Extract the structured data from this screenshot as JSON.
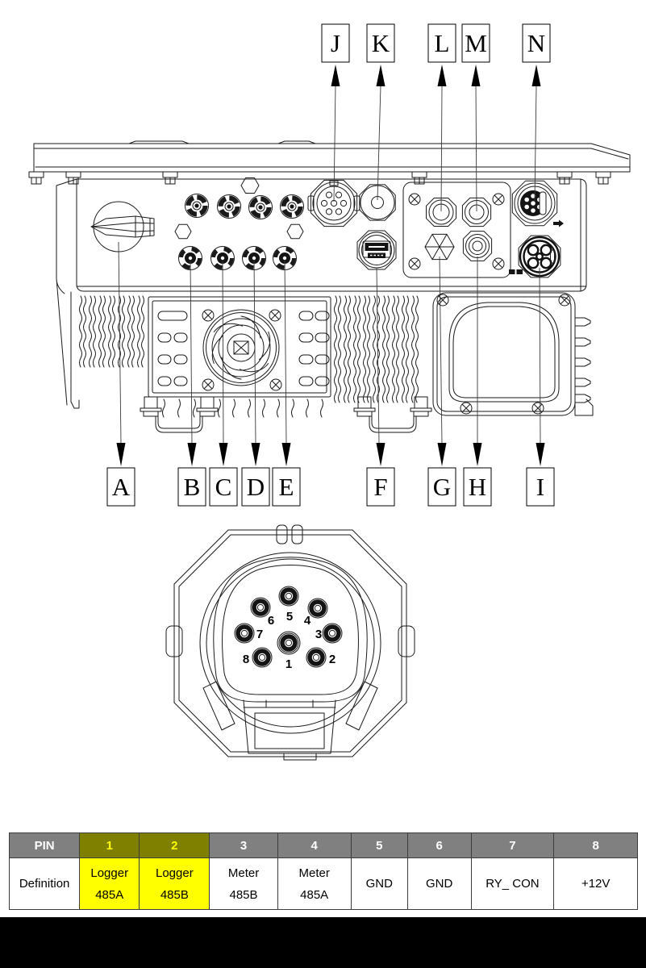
{
  "figure": "inverter-bottom-view-callouts",
  "labels": {
    "top": [
      "J",
      "K",
      "L",
      "M",
      "N"
    ],
    "bottom": [
      "A",
      "B",
      "C",
      "D",
      "E",
      "F",
      "G",
      "H",
      "I"
    ]
  },
  "connector": {
    "pins": [
      {
        "num": "1"
      },
      {
        "num": "2"
      },
      {
        "num": "3"
      },
      {
        "num": "4"
      },
      {
        "num": "5"
      },
      {
        "num": "6"
      },
      {
        "num": "7"
      },
      {
        "num": "8"
      }
    ]
  },
  "table": {
    "header": [
      "PIN",
      "1",
      "2",
      "3",
      "4",
      "5",
      "6",
      "7",
      "8"
    ],
    "row_label": "Definition",
    "cells": [
      [
        "Logger",
        "485A"
      ],
      [
        "Logger",
        "485B"
      ],
      [
        "Meter",
        "485B"
      ],
      [
        "Meter",
        "485A"
      ],
      [
        "GND"
      ],
      [
        "GND"
      ],
      [
        "RY_ CON"
      ],
      [
        "+12V"
      ]
    ],
    "highlighted_columns": [
      1,
      2
    ],
    "colors": {
      "header_bg": "#808080",
      "header_text": "#ffffff",
      "highlight_header_bg": "#7f7f00",
      "highlight_header_text": "#ffff00",
      "highlight_cell_bg": "#ffff00",
      "border": "#3d3d3d"
    }
  }
}
